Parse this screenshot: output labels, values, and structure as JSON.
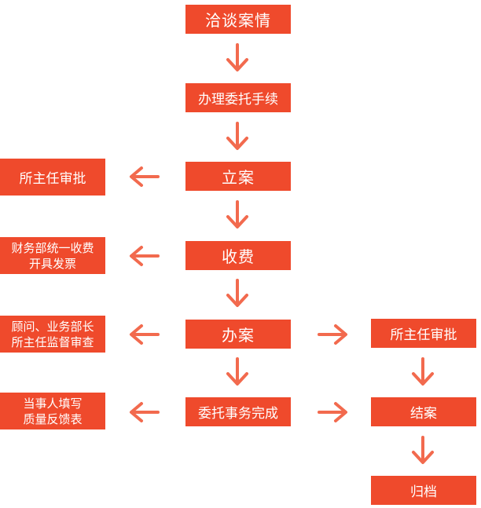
{
  "colors": {
    "accent": "#ef4a2c",
    "arrow": "#f26a4e",
    "text": "#ffffff"
  },
  "main": {
    "step1": "洽谈案情",
    "step2": "办理委托手续",
    "step3": "立案",
    "step4": "收费",
    "step5": "办案",
    "step6": "委托事务完成"
  },
  "left": {
    "approve": "所主任审批",
    "finance_line1": "财务部统一收费",
    "finance_line2": "开具发票",
    "supervise_line1": "顾问、业务部长",
    "supervise_line2": "所主任监督审查",
    "feedback_line1": "当事人填写",
    "feedback_line2": "质量反馈表"
  },
  "right": {
    "approve": "所主任审批",
    "close": "结案",
    "archive": "归档"
  }
}
